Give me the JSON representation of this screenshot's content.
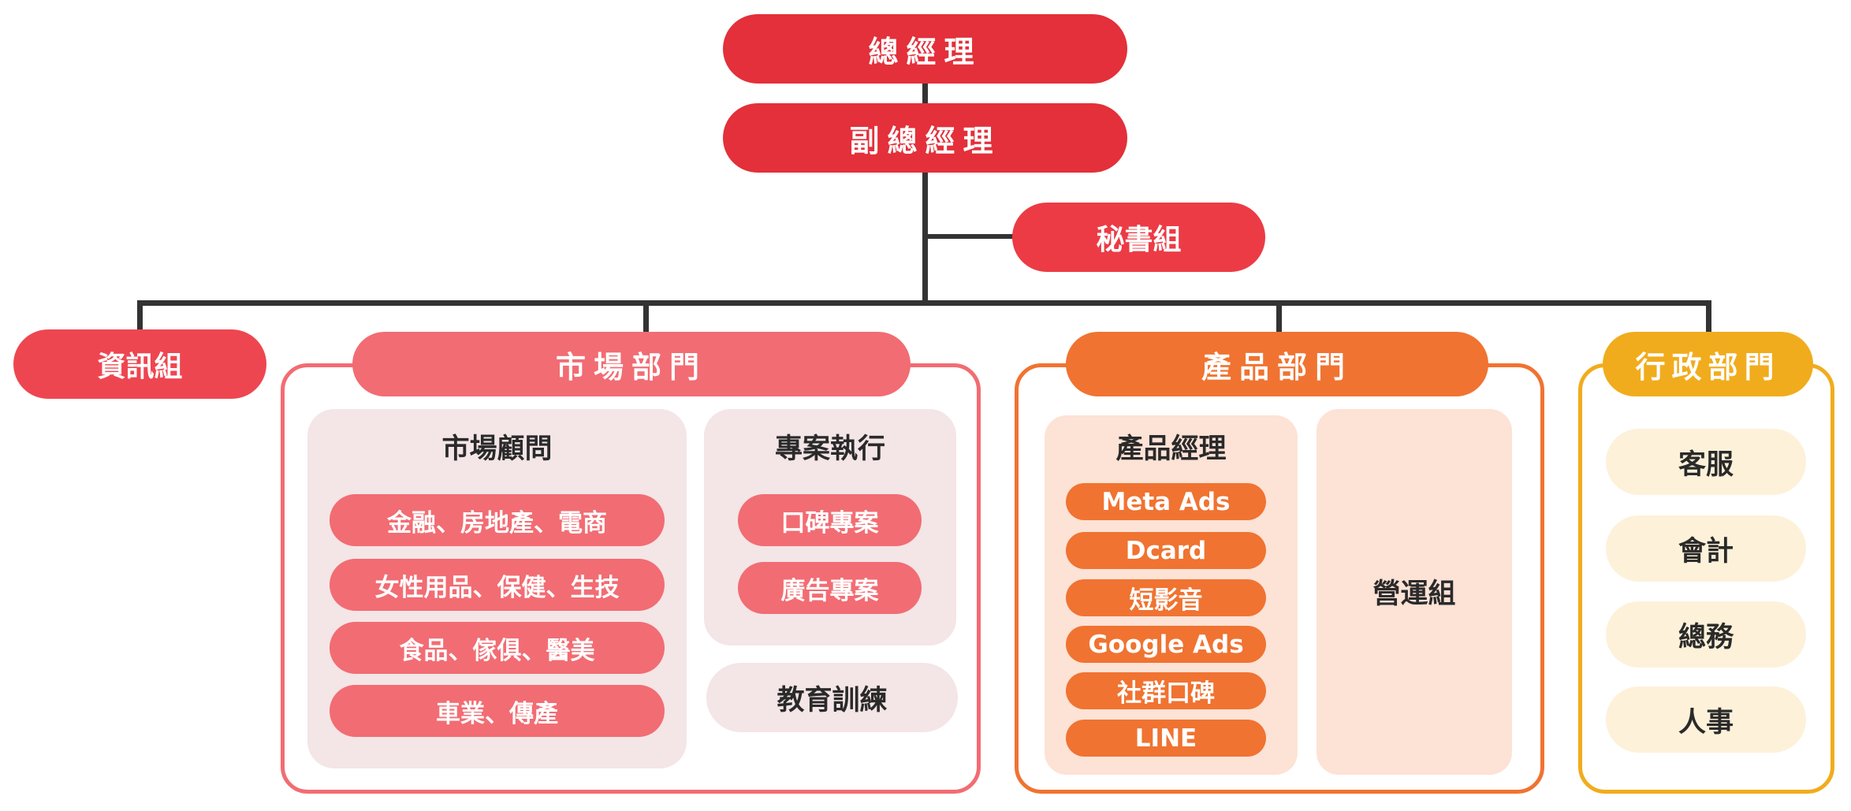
{
  "exec": {
    "gm": "總經理",
    "deputy": "副總經理",
    "secretary": "秘書組"
  },
  "info_group": "資訊組",
  "marketing": {
    "header": "市場部門",
    "consultant": {
      "title": "市場顧問",
      "items": [
        "金融、房地產、電商",
        "女性用品、保健、生技",
        "食品、傢俱、醫美",
        "車業、傳產"
      ]
    },
    "projects": {
      "title": "專案執行",
      "items": [
        "口碑專案",
        "廣告專案"
      ]
    },
    "training": "教育訓練"
  },
  "product": {
    "header": "產品部門",
    "pm": {
      "title": "產品經理",
      "items": [
        "Meta Ads",
        "Dcard",
        "短影音",
        "Google Ads",
        "社群口碑",
        "LINE"
      ]
    },
    "operations": "營運組"
  },
  "admin": {
    "header": "行政部門",
    "items": [
      "客服",
      "會計",
      "總務",
      "人事"
    ]
  },
  "colors": {
    "exec_red": "#e3303a",
    "marketing_pink": "#f26c73",
    "product_orange": "#f07331",
    "admin_yellow": "#f1ac1d",
    "connector": "#333333"
  }
}
